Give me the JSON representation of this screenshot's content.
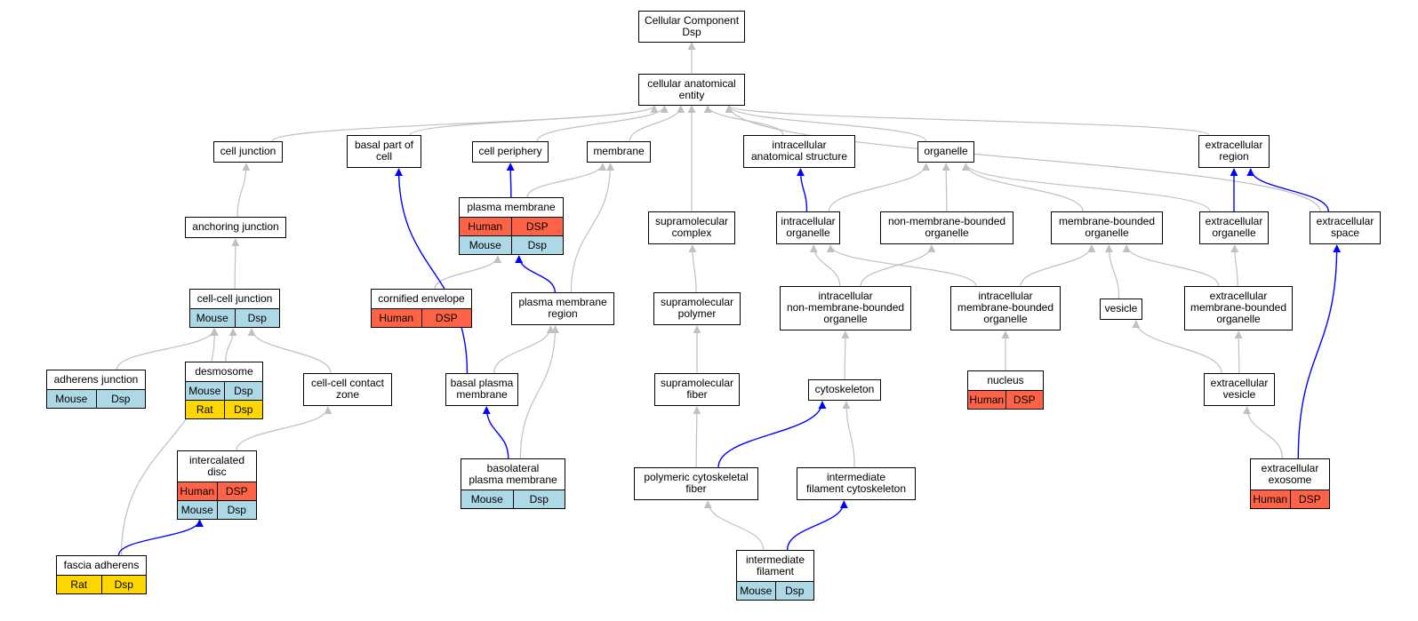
{
  "colors": {
    "human": "#ff6347",
    "mouse": "#add8e6",
    "rat": "#ffd700",
    "edge_default": "#c0c0c0",
    "edge_highlight": "#0000ff"
  },
  "nodes": [
    {
      "id": "cc_root",
      "title": [
        "Cellular Component",
        "Dsp"
      ],
      "annotations": []
    },
    {
      "id": "cae",
      "title": [
        "cellular anatomical",
        "entity"
      ],
      "annotations": []
    },
    {
      "id": "cell_junction",
      "title": [
        "cell junction"
      ],
      "annotations": []
    },
    {
      "id": "basal_part",
      "title": [
        "basal part of",
        "cell"
      ],
      "annotations": []
    },
    {
      "id": "cell_periphery",
      "title": [
        "cell periphery"
      ],
      "annotations": []
    },
    {
      "id": "membrane",
      "title": [
        "membrane"
      ],
      "annotations": []
    },
    {
      "id": "ias",
      "title": [
        "intracellular",
        "anatomical structure"
      ],
      "annotations": []
    },
    {
      "id": "organelle",
      "title": [
        "organelle"
      ],
      "annotations": []
    },
    {
      "id": "ec_region",
      "title": [
        "extracellular",
        "region"
      ],
      "annotations": []
    },
    {
      "id": "anch_junction",
      "title": [
        "anchoring junction"
      ],
      "annotations": []
    },
    {
      "id": "plasma_membrane",
      "title": [
        "plasma membrane"
      ],
      "annotations": [
        {
          "species": "Human",
          "gene": "DSP",
          "color": "human"
        },
        {
          "species": "Mouse",
          "gene": "Dsp",
          "color": "mouse"
        }
      ]
    },
    {
      "id": "supra_complex",
      "title": [
        "supramolecular",
        "complex"
      ],
      "annotations": []
    },
    {
      "id": "ic_organelle",
      "title": [
        "intracellular",
        "organelle"
      ],
      "annotations": []
    },
    {
      "id": "nmb_organelle",
      "title": [
        "non-membrane-bounded",
        "organelle"
      ],
      "annotations": []
    },
    {
      "id": "mb_organelle",
      "title": [
        "membrane-bounded",
        "organelle"
      ],
      "annotations": []
    },
    {
      "id": "ec_organelle",
      "title": [
        "extracellular",
        "organelle"
      ],
      "annotations": []
    },
    {
      "id": "ec_space",
      "title": [
        "extracellular",
        "space"
      ],
      "annotations": []
    },
    {
      "id": "cc_junction",
      "title": [
        "cell-cell junction"
      ],
      "annotations": [
        {
          "species": "Mouse",
          "gene": "Dsp",
          "color": "mouse"
        }
      ]
    },
    {
      "id": "cornified",
      "title": [
        "cornified envelope"
      ],
      "annotations": [
        {
          "species": "Human",
          "gene": "DSP",
          "color": "human"
        }
      ]
    },
    {
      "id": "pm_region",
      "title": [
        "plasma membrane",
        "region"
      ],
      "annotations": []
    },
    {
      "id": "supra_polymer",
      "title": [
        "supramolecular",
        "polymer"
      ],
      "annotations": []
    },
    {
      "id": "ic_nmb_organelle",
      "title": [
        "intracellular",
        "non-membrane-bounded",
        "organelle"
      ],
      "annotations": []
    },
    {
      "id": "ic_mb_organelle",
      "title": [
        "intracellular",
        "membrane-bounded",
        "organelle"
      ],
      "annotations": []
    },
    {
      "id": "vesicle",
      "title": [
        "vesicle"
      ],
      "annotations": []
    },
    {
      "id": "ec_mb_organelle",
      "title": [
        "extracellular",
        "membrane-bounded",
        "organelle"
      ],
      "annotations": []
    },
    {
      "id": "adherens",
      "title": [
        "adherens junction"
      ],
      "annotations": [
        {
          "species": "Mouse",
          "gene": "Dsp",
          "color": "mouse"
        }
      ]
    },
    {
      "id": "desmosome",
      "title": [
        "desmosome"
      ],
      "annotations": [
        {
          "species": "Mouse",
          "gene": "Dsp",
          "color": "mouse"
        },
        {
          "species": "Rat",
          "gene": "Dsp",
          "color": "rat"
        }
      ]
    },
    {
      "id": "cc_contact",
      "title": [
        "cell-cell contact",
        "zone"
      ],
      "annotations": []
    },
    {
      "id": "basal_pm",
      "title": [
        "basal plasma",
        "membrane"
      ],
      "annotations": []
    },
    {
      "id": "supra_fiber",
      "title": [
        "supramolecular",
        "fiber"
      ],
      "annotations": []
    },
    {
      "id": "cytoskeleton",
      "title": [
        "cytoskeleton"
      ],
      "annotations": []
    },
    {
      "id": "nucleus",
      "title": [
        "nucleus"
      ],
      "annotations": [
        {
          "species": "Human",
          "gene": "DSP",
          "color": "human"
        }
      ]
    },
    {
      "id": "ec_vesicle",
      "title": [
        "extracellular",
        "vesicle"
      ],
      "annotations": []
    },
    {
      "id": "intercalated",
      "title": [
        "intercalated",
        "disc"
      ],
      "annotations": [
        {
          "species": "Human",
          "gene": "DSP",
          "color": "human"
        },
        {
          "species": "Mouse",
          "gene": "Dsp",
          "color": "mouse"
        }
      ]
    },
    {
      "id": "basolateral",
      "title": [
        "basolateral",
        "plasma membrane"
      ],
      "annotations": [
        {
          "species": "Mouse",
          "gene": "Dsp",
          "color": "mouse"
        }
      ]
    },
    {
      "id": "poly_cyto",
      "title": [
        "polymeric cytoskeletal",
        "fiber"
      ],
      "annotations": []
    },
    {
      "id": "if_cyto",
      "title": [
        "intermediate",
        "filament cytoskeleton"
      ],
      "annotations": []
    },
    {
      "id": "exosome",
      "title": [
        "extracellular",
        "exosome"
      ],
      "annotations": [
        {
          "species": "Human",
          "gene": "DSP",
          "color": "human"
        }
      ]
    },
    {
      "id": "fascia",
      "title": [
        "fascia adherens"
      ],
      "annotations": [
        {
          "species": "Rat",
          "gene": "Dsp",
          "color": "rat"
        }
      ]
    },
    {
      "id": "if",
      "title": [
        "intermediate",
        "filament"
      ],
      "annotations": [
        {
          "species": "Mouse",
          "gene": "Dsp",
          "color": "mouse"
        }
      ]
    }
  ],
  "edges": [
    {
      "from": "cae",
      "to": "cc_root",
      "kind": "is_a"
    },
    {
      "from": "cell_junction",
      "to": "cae",
      "kind": "is_a"
    },
    {
      "from": "basal_part",
      "to": "cae",
      "kind": "is_a"
    },
    {
      "from": "cell_periphery",
      "to": "cae",
      "kind": "is_a"
    },
    {
      "from": "membrane",
      "to": "cae",
      "kind": "is_a"
    },
    {
      "from": "supra_complex",
      "to": "cae",
      "kind": "is_a"
    },
    {
      "from": "ias",
      "to": "cae",
      "kind": "is_a"
    },
    {
      "from": "organelle",
      "to": "cae",
      "kind": "is_a"
    },
    {
      "from": "ec_region",
      "to": "cae",
      "kind": "is_a"
    },
    {
      "from": "ec_space",
      "to": "cae",
      "kind": "is_a"
    },
    {
      "from": "anch_junction",
      "to": "cell_junction",
      "kind": "is_a"
    },
    {
      "from": "cc_junction",
      "to": "anch_junction",
      "kind": "is_a"
    },
    {
      "from": "plasma_membrane",
      "to": "cell_periphery",
      "kind": "part_of"
    },
    {
      "from": "plasma_membrane",
      "to": "membrane",
      "kind": "is_a"
    },
    {
      "from": "pm_region",
      "to": "membrane",
      "kind": "is_a"
    },
    {
      "from": "cornified",
      "to": "plasma_membrane",
      "kind": "is_a"
    },
    {
      "from": "pm_region",
      "to": "plasma_membrane",
      "kind": "part_of"
    },
    {
      "from": "basal_pm",
      "to": "basal_part",
      "kind": "part_of"
    },
    {
      "from": "ic_organelle",
      "to": "ias",
      "kind": "part_of"
    },
    {
      "from": "ic_organelle",
      "to": "organelle",
      "kind": "is_a"
    },
    {
      "from": "nmb_organelle",
      "to": "organelle",
      "kind": "is_a"
    },
    {
      "from": "mb_organelle",
      "to": "organelle",
      "kind": "is_a"
    },
    {
      "from": "ec_organelle",
      "to": "organelle",
      "kind": "is_a"
    },
    {
      "from": "ec_organelle",
      "to": "ec_region",
      "kind": "part_of"
    },
    {
      "from": "ec_space",
      "to": "ec_region",
      "kind": "part_of"
    },
    {
      "from": "supra_polymer",
      "to": "supra_complex",
      "kind": "is_a"
    },
    {
      "from": "supra_fiber",
      "to": "supra_polymer",
      "kind": "is_a"
    },
    {
      "from": "poly_cyto",
      "to": "supra_fiber",
      "kind": "is_a"
    },
    {
      "from": "ic_nmb_organelle",
      "to": "ic_organelle",
      "kind": "is_a"
    },
    {
      "from": "ic_nmb_organelle",
      "to": "nmb_organelle",
      "kind": "is_a"
    },
    {
      "from": "ic_mb_organelle",
      "to": "ic_organelle",
      "kind": "is_a"
    },
    {
      "from": "ic_mb_organelle",
      "to": "mb_organelle",
      "kind": "is_a"
    },
    {
      "from": "vesicle",
      "to": "mb_organelle",
      "kind": "is_a"
    },
    {
      "from": "ec_mb_organelle",
      "to": "mb_organelle",
      "kind": "is_a"
    },
    {
      "from": "ec_mb_organelle",
      "to": "ec_organelle",
      "kind": "is_a"
    },
    {
      "from": "cytoskeleton",
      "to": "ic_nmb_organelle",
      "kind": "is_a"
    },
    {
      "from": "nucleus",
      "to": "ic_mb_organelle",
      "kind": "is_a"
    },
    {
      "from": "ec_vesicle",
      "to": "vesicle",
      "kind": "is_a"
    },
    {
      "from": "ec_vesicle",
      "to": "ec_mb_organelle",
      "kind": "is_a"
    },
    {
      "from": "exosome",
      "to": "ec_vesicle",
      "kind": "is_a"
    },
    {
      "from": "exosome",
      "to": "ec_space",
      "kind": "part_of"
    },
    {
      "from": "adherens",
      "to": "cc_junction",
      "kind": "is_a"
    },
    {
      "from": "desmosome",
      "to": "cc_junction",
      "kind": "is_a"
    },
    {
      "from": "cc_contact",
      "to": "cc_junction",
      "kind": "is_a"
    },
    {
      "from": "fascia",
      "to": "cc_junction",
      "kind": "is_a"
    },
    {
      "from": "intercalated",
      "to": "cc_contact",
      "kind": "is_a"
    },
    {
      "from": "fascia",
      "to": "intercalated",
      "kind": "part_of"
    },
    {
      "from": "basal_pm",
      "to": "pm_region",
      "kind": "is_a"
    },
    {
      "from": "basolateral",
      "to": "pm_region",
      "kind": "is_a"
    },
    {
      "from": "basolateral",
      "to": "basal_pm",
      "kind": "part_of"
    },
    {
      "from": "poly_cyto",
      "to": "cytoskeleton",
      "kind": "part_of"
    },
    {
      "from": "if_cyto",
      "to": "cytoskeleton",
      "kind": "is_a"
    },
    {
      "from": "if",
      "to": "poly_cyto",
      "kind": "is_a"
    },
    {
      "from": "if",
      "to": "if_cyto",
      "kind": "part_of"
    }
  ]
}
